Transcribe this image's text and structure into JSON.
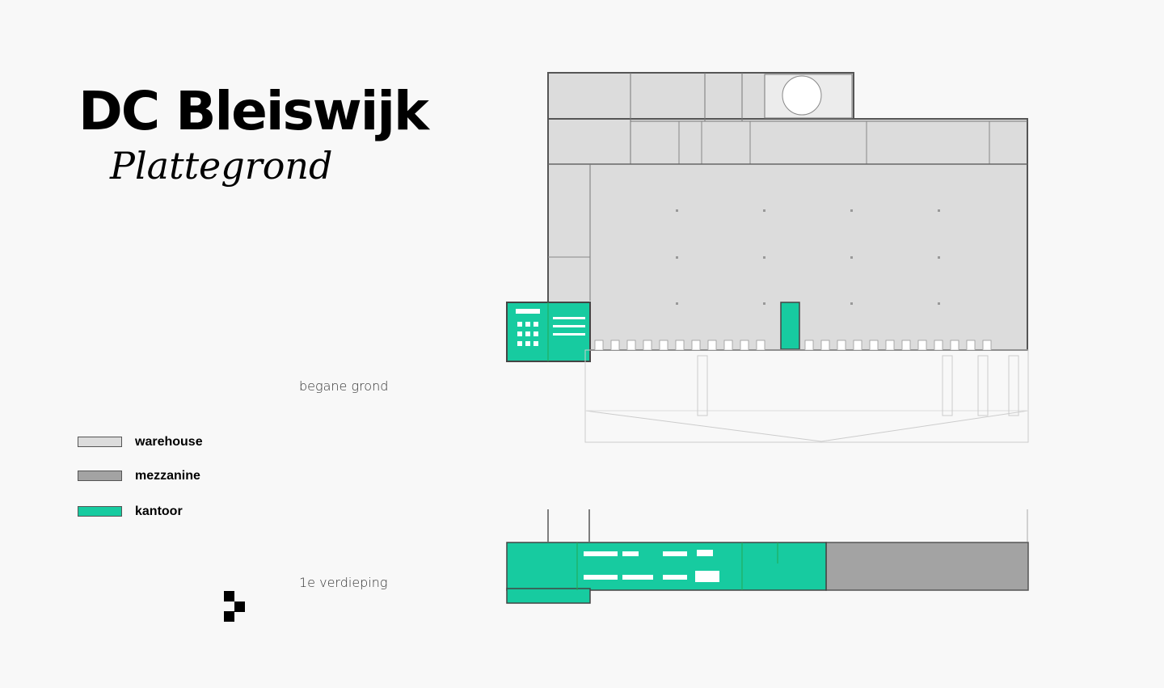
{
  "header": {
    "title": "DC Bleiswijk",
    "subtitle": "Plattegrond"
  },
  "floors": [
    {
      "label": "begane grond"
    },
    {
      "label": "1e verdieping"
    }
  ],
  "legend": {
    "items": [
      {
        "label": "warehouse",
        "color": "#dcdcdc"
      },
      {
        "label": "mezzanine",
        "color": "#a3a3a3"
      },
      {
        "label": "kantoor",
        "color": "#17cba0"
      }
    ]
  },
  "colors": {
    "warehouse": "#dcdcdc",
    "mezzanine": "#a3a3a3",
    "office": "#17cba0",
    "wall": "#555555",
    "background": "#f8f8f8"
  }
}
